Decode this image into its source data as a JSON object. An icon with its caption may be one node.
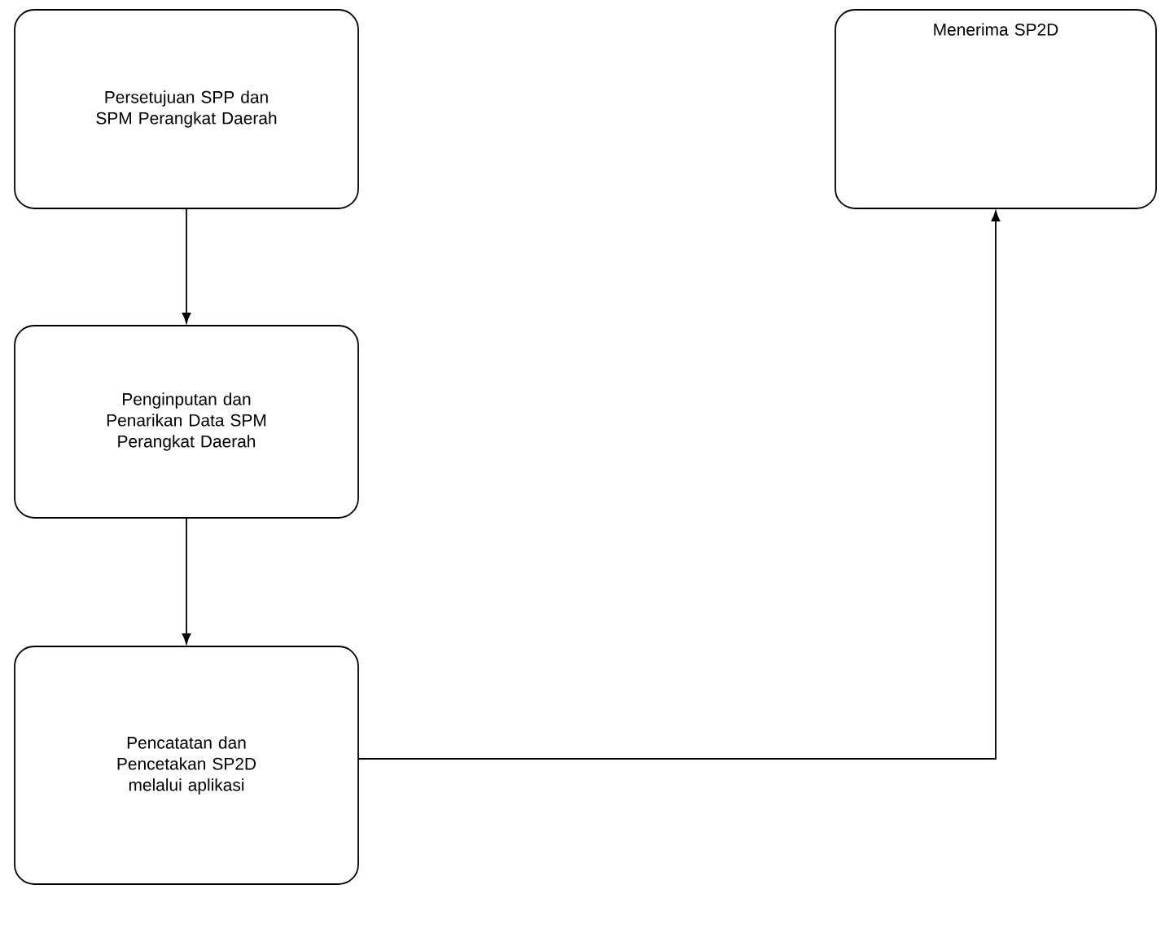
{
  "diagram": {
    "nodes": [
      {
        "text": [
          "Persetujuan SPP dan SPM Perangkat Daerah"
        ]
      },
      {
        "text": [
          "Penginputan dan Penarikan Data SPM Perangkat Daerah"
        ]
      },
      {
        "text": [
          "Pencatatan dan Pencetakan SP2D melalui aplikasi"
        ]
      },
      {
        "text": [
          "Menerima SP2D"
        ]
      }
    ],
    "edges": [
      {
        "from": 0,
        "to": 1,
        "arrow": "to"
      },
      {
        "from": 1,
        "to": 2,
        "arrow": "to"
      },
      {
        "from": 2,
        "to": 3,
        "arrow": "to"
      }
    ]
  }
}
